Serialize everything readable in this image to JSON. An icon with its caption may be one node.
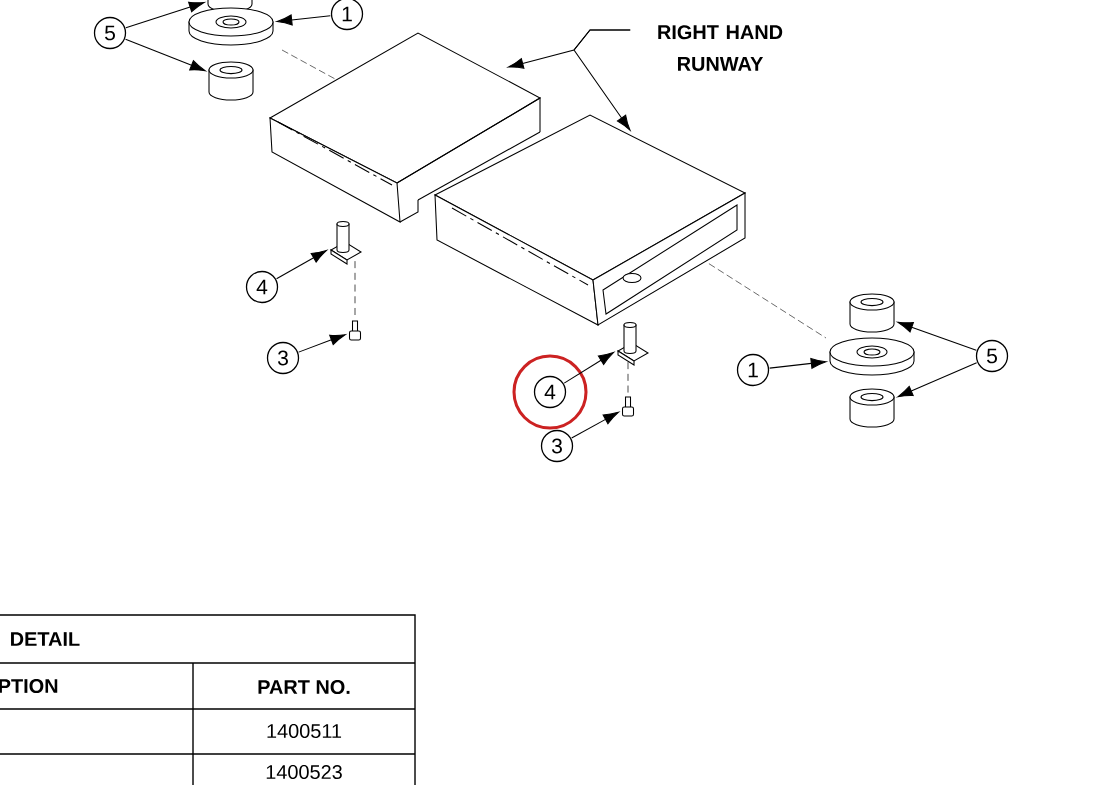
{
  "diagram": {
    "nodes": [
      {
        "text": [
          "5"
        ]
      },
      {
        "text": [
          "1"
        ]
      },
      {
        "text": [],
        "shape": "cylinder"
      },
      {
        "text": [],
        "shape": "picture"
      },
      {
        "text": [],
        "shape": "cylinder"
      },
      {
        "text": [
          "RIGHT HAND RUNWAY"
        ]
      },
      {
        "text": [],
        "shape": "picture"
      },
      {
        "text": [],
        "shape": "picture"
      },
      {
        "text": [
          "4"
        ]
      },
      {
        "text": [],
        "shape": "picture"
      },
      {
        "text": [
          "3"
        ]
      },
      {
        "text": [],
        "shape": "picture"
      },
      {
        "text": [
          "4"
        ]
      },
      {
        "text": [],
        "shape": "picture"
      },
      {
        "text": [
          "3"
        ]
      },
      {
        "text": [],
        "shape": "picture"
      },
      {
        "text": [
          "1"
        ]
      },
      {
        "text": [],
        "shape": "picture"
      },
      {
        "text": [
          "5"
        ]
      },
      {
        "text": [],
        "shape": "cylinder"
      },
      {
        "text": [],
        "shape": "cylinder"
      }
    ],
    "edges": [
      {
        "from": 0,
        "to": 2,
        "arrow": "to"
      },
      {
        "from": 0,
        "to": 4,
        "arrow": "to"
      },
      {
        "from": 1,
        "to": 3,
        "arrow": "to"
      },
      {
        "from": 5,
        "to": 6,
        "arrow": "to"
      },
      {
        "from": 5,
        "to": 7,
        "arrow": "to"
      },
      {
        "from": 8,
        "to": 9,
        "arrow": "to"
      },
      {
        "from": 10,
        "to": 11,
        "arrow": "to"
      },
      {
        "from": 12,
        "to": 13,
        "arrow": "to"
      },
      {
        "from": 14,
        "to": 15,
        "arrow": "to"
      },
      {
        "from": 16,
        "to": 17,
        "arrow": "to"
      },
      {
        "from": 18,
        "to": 19,
        "arrow": "to"
      },
      {
        "from": 18,
        "to": 20,
        "arrow": "to"
      },
      {
        "from": 9,
        "to": 11,
        "arrow": "none",
        "style": "dashed"
      },
      {
        "from": 13,
        "to": 15,
        "arrow": "none",
        "style": "dashed"
      }
    ],
    "labels": [
      "DETAIL",
      "PTION",
      "PART NO.",
      "1400511",
      "1400523"
    ]
  }
}
